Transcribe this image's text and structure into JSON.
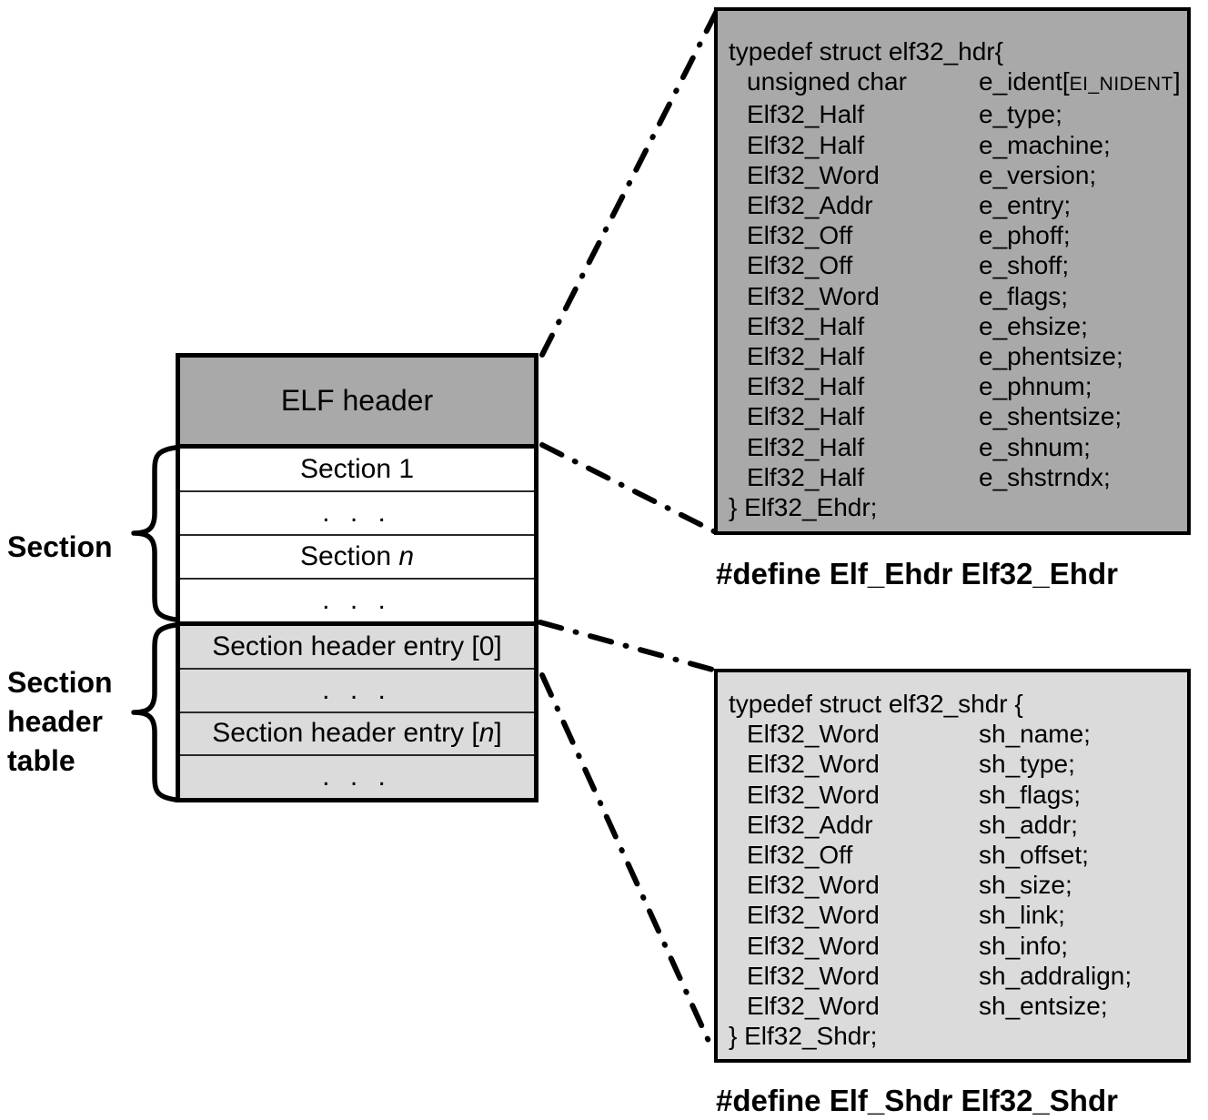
{
  "colors": {
    "dark_gray": "#a9a9a9",
    "light_gray": "#dbdbdb",
    "line_black": "#000000"
  },
  "stack": {
    "elf_header": "ELF header",
    "section_rows": [
      {
        "pre": "Section 1",
        "em": "",
        "post": ""
      },
      {
        "pre": ". . .",
        "em": "",
        "post": ""
      },
      {
        "pre": "Section ",
        "em": "n",
        "post": ""
      },
      {
        "pre": ". . .",
        "em": "",
        "post": ""
      }
    ],
    "table_rows": [
      {
        "pre": "Section header entry [0]",
        "em": "",
        "post": ""
      },
      {
        "pre": ". . .",
        "em": "",
        "post": ""
      },
      {
        "pre": "Section header entry [",
        "em": "n",
        "post": "]"
      },
      {
        "pre": ". . .",
        "em": "",
        "post": ""
      }
    ]
  },
  "labels": {
    "section": "Section",
    "sht_line1": "Section",
    "sht_line2": "header",
    "sht_line3": "table"
  },
  "ehdr": {
    "open": "typedef struct elf32_hdr{",
    "members": [
      {
        "type": "unsigned char",
        "name_pre": "e_ident[",
        "name_small": "EI_NIDENT",
        "name_post": "]"
      },
      {
        "type": "Elf32_Half",
        "name_pre": "e_type;"
      },
      {
        "type": "Elf32_Half",
        "name_pre": "e_machine;"
      },
      {
        "type": "Elf32_Word",
        "name_pre": "e_version;"
      },
      {
        "type": "Elf32_Addr",
        "name_pre": "e_entry;"
      },
      {
        "type": "Elf32_Off",
        "name_pre": "e_phoff;"
      },
      {
        "type": "Elf32_Off",
        "name_pre": "e_shoff;"
      },
      {
        "type": "Elf32_Word",
        "name_pre": "e_flags;"
      },
      {
        "type": "Elf32_Half",
        "name_pre": "e_ehsize;"
      },
      {
        "type": "Elf32_Half",
        "name_pre": "e_phentsize;"
      },
      {
        "type": "Elf32_Half",
        "name_pre": "e_phnum;"
      },
      {
        "type": "Elf32_Half",
        "name_pre": "e_shentsize;"
      },
      {
        "type": "Elf32_Half",
        "name_pre": "e_shnum;"
      },
      {
        "type": "Elf32_Half",
        "name_pre": "e_shstrndx;"
      }
    ],
    "close": "} Elf32_Ehdr;",
    "define": "#define Elf_Ehdr Elf32_Ehdr"
  },
  "shdr": {
    "open": "typedef struct elf32_shdr {",
    "members": [
      {
        "type": "Elf32_Word",
        "name_pre": "sh_name;"
      },
      {
        "type": "Elf32_Word",
        "name_pre": "sh_type;"
      },
      {
        "type": "Elf32_Word",
        "name_pre": "sh_flags;"
      },
      {
        "type": "Elf32_Addr",
        "name_pre": "sh_addr;"
      },
      {
        "type": "Elf32_Off",
        "name_pre": "sh_offset;"
      },
      {
        "type": "Elf32_Word",
        "name_pre": "sh_size;"
      },
      {
        "type": "Elf32_Word",
        "name_pre": "sh_link;"
      },
      {
        "type": "Elf32_Word",
        "name_pre": "sh_info;"
      },
      {
        "type": "Elf32_Word",
        "name_pre": "sh_addralign;"
      },
      {
        "type": "Elf32_Word",
        "name_pre": "sh_entsize;"
      }
    ],
    "close": "} Elf32_Shdr;",
    "define": "#define Elf_Shdr Elf32_Shdr"
  }
}
